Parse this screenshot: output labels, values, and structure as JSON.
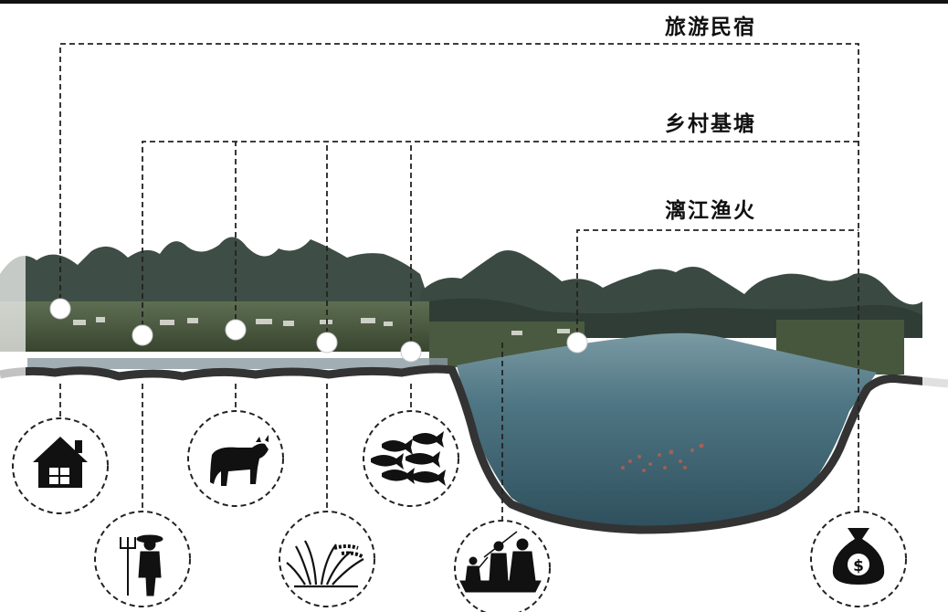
{
  "categories": [
    {
      "id": "homestay",
      "label": "旅游民宿"
    },
    {
      "id": "fishpond",
      "label": "乡村基塘"
    },
    {
      "id": "fishing_lights",
      "label": "漓江渔火"
    }
  ],
  "icons": [
    {
      "category": "homestay",
      "icon": "house-icon"
    },
    {
      "category": "fishpond",
      "icon": "farmer-icon"
    },
    {
      "category": "fishpond",
      "icon": "cattle-icon"
    },
    {
      "category": "fishpond",
      "icon": "rice-plant-icon"
    },
    {
      "category": "fishpond",
      "icon": "fish-icon"
    },
    {
      "category": "fishing_lights",
      "icon": "fishermen-boat-icon"
    },
    {
      "category": "homestay",
      "icon": "money-bag-icon"
    }
  ],
  "icon_symbols": {
    "money": "$"
  },
  "colors": {
    "line": "#222222",
    "terrain": "#333333",
    "river": "#4d7582",
    "mountains": "#3c4c45",
    "vegetation": "#46573e"
  }
}
